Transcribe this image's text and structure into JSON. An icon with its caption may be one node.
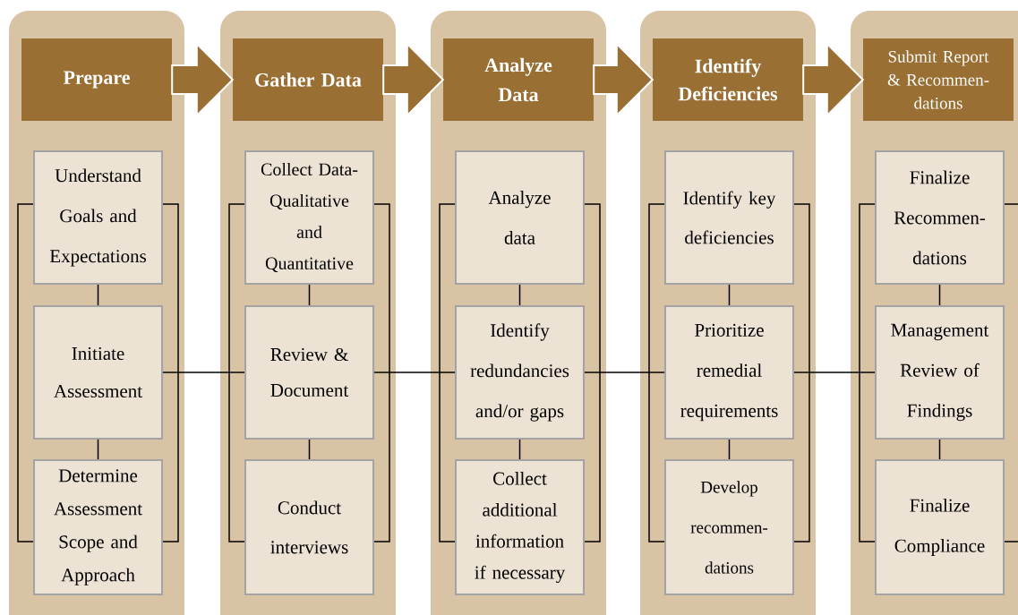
{
  "diagram": {
    "nodes": [
      {
        "text": [],
        "shape": "band"
      },
      {
        "text": [
          "Prepare"
        ],
        "in": 0
      },
      {
        "text": [
          "Understand Goals and Expectations"
        ],
        "in": 0
      },
      {
        "text": [
          "Initiate Assessment"
        ],
        "in": 0
      },
      {
        "text": [
          "Determine Assessment Scope and Approach"
        ],
        "in": 0
      },
      {
        "text": [],
        "shape": "band"
      },
      {
        "text": [
          "Gather Data"
        ],
        "in": 5
      },
      {
        "text": [
          "Collect Data-Qualitative and Quantitative"
        ],
        "in": 5
      },
      {
        "text": [
          "Review & Document"
        ],
        "in": 5
      },
      {
        "text": [
          "Conduct interviews"
        ],
        "in": 5
      },
      {
        "text": [],
        "shape": "band"
      },
      {
        "text": [
          "Analyze Data"
        ],
        "in": 10
      },
      {
        "text": [
          "Analyze data"
        ],
        "in": 10
      },
      {
        "text": [
          "Identify redundancies and/or gaps"
        ],
        "in": 10
      },
      {
        "text": [
          "Collect additional information if necessary"
        ],
        "in": 10
      },
      {
        "text": [],
        "shape": "band"
      },
      {
        "text": [
          "Identify Deficiencies"
        ],
        "in": 15
      },
      {
        "text": [
          "Identify key deficiencies"
        ],
        "in": 15
      },
      {
        "text": [
          "Prioritize remedial requirements"
        ],
        "in": 15
      },
      {
        "text": [
          "Develop recommen-dations"
        ],
        "in": 15
      },
      {
        "text": [],
        "shape": "band"
      },
      {
        "text": [
          "Submit Report & Recommen-dations"
        ],
        "in": 20
      },
      {
        "text": [
          "Finalize Recommen-dations"
        ],
        "in": 20
      },
      {
        "text": [
          "Management Review of Findings"
        ],
        "in": 20
      },
      {
        "text": [
          "Finalize Compliance"
        ],
        "in": 20
      }
    ],
    "edges": [
      {
        "from": 1,
        "to": 6,
        "arrow": "to"
      },
      {
        "from": 6,
        "to": 11,
        "arrow": "to"
      },
      {
        "from": 11,
        "to": 16,
        "arrow": "to"
      },
      {
        "from": 16,
        "to": 21,
        "arrow": "to"
      },
      {
        "from": 2,
        "to": 3,
        "arrow": "none"
      },
      {
        "from": 3,
        "to": 4,
        "arrow": "none"
      },
      {
        "from": 7,
        "to": 8,
        "arrow": "none"
      },
      {
        "from": 8,
        "to": 9,
        "arrow": "none"
      },
      {
        "from": 12,
        "to": 13,
        "arrow": "none"
      },
      {
        "from": 13,
        "to": 14,
        "arrow": "none"
      },
      {
        "from": 17,
        "to": 18,
        "arrow": "none"
      },
      {
        "from": 18,
        "to": 19,
        "arrow": "none"
      },
      {
        "from": 22,
        "to": 23,
        "arrow": "none"
      },
      {
        "from": 23,
        "to": 24,
        "arrow": "none"
      },
      {
        "from": 3,
        "to": 8,
        "arrow": "none"
      },
      {
        "from": 8,
        "to": 13,
        "arrow": "none"
      },
      {
        "from": 13,
        "to": 18,
        "arrow": "none"
      },
      {
        "from": 18,
        "to": 23,
        "arrow": "none"
      }
    ]
  }
}
